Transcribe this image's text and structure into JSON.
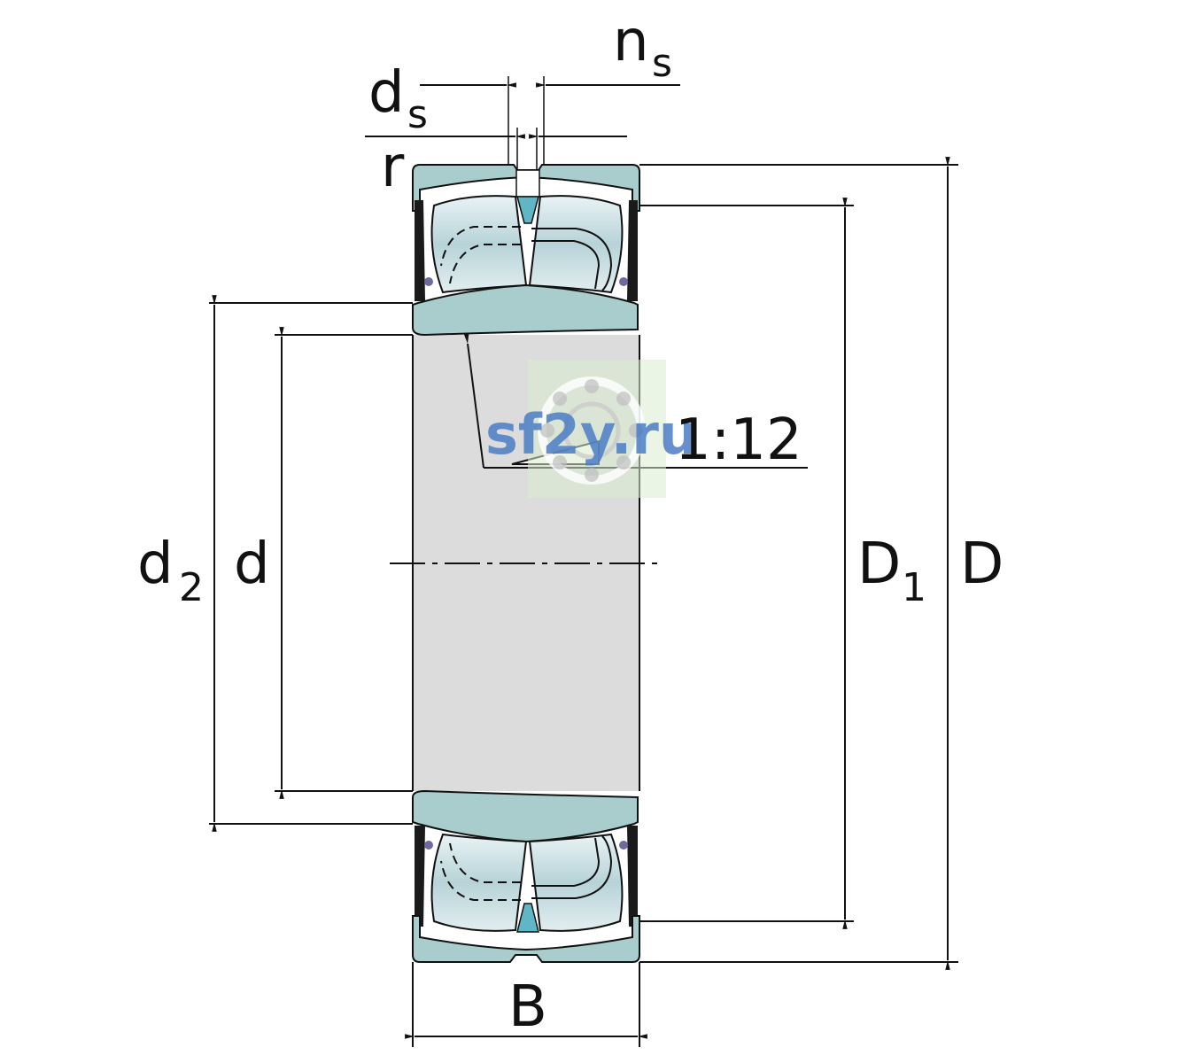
{
  "labels": {
    "ns_main": "n",
    "ns_sub": "s",
    "ds_main": "d",
    "ds_sub": "s",
    "r": "r",
    "taper": "1:12",
    "d2_main": "d",
    "d2_sub": "2",
    "d": "d",
    "D1_main": "D",
    "D1_sub": "1",
    "D": "D",
    "B": "B"
  },
  "watermark": "sf2y.ru",
  "colors": {
    "ring": "#a9cdcd",
    "roller": "#c3dcdf",
    "bore": "#dcdcdc",
    "line": "#111111",
    "seal_dark": "#1a1a1a",
    "seal_accent": "#6e6aa0",
    "lube_hole": "#5fb7c6"
  }
}
